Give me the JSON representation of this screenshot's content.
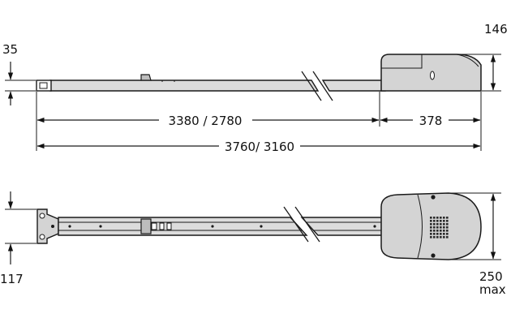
{
  "colors": {
    "housing": "#d4d4d4",
    "rail": "#dcdcdc",
    "outline": "#1a1a1a",
    "grille": "#2a2a2a"
  },
  "side_view": {
    "rail_height": "35",
    "housing_height": "146",
    "rail_length": "3380 / 2780",
    "housing_length": "378",
    "total_length": "3760/ 3160"
  },
  "top_view": {
    "rail_width": "117",
    "housing_width": "250",
    "housing_width_suffix": "max"
  }
}
